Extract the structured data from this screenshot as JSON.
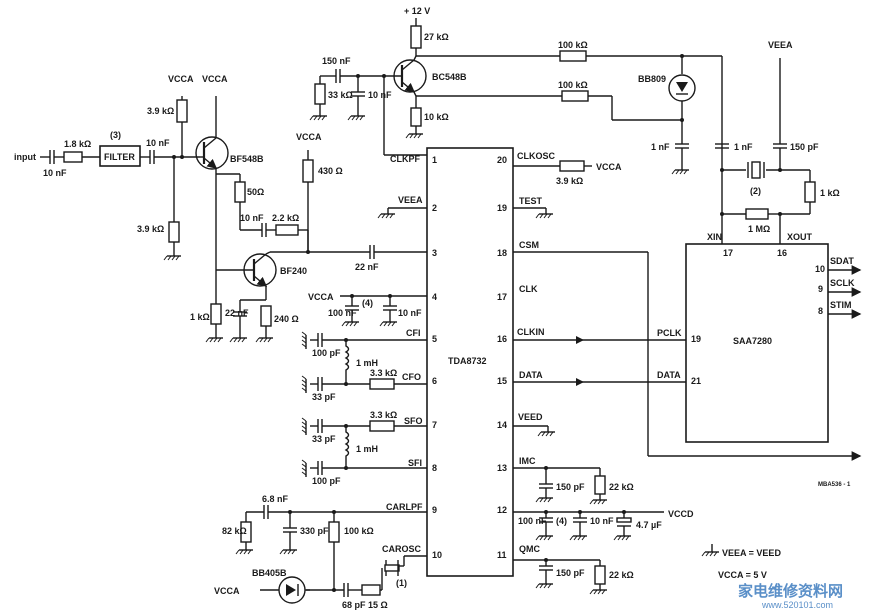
{
  "ics": {
    "u1": "TDA8732",
    "u2": "SAA7280",
    "filter": "FILTER"
  },
  "pins_left": [
    {
      "num": "1",
      "name": "CLKPF"
    },
    {
      "num": "2",
      "name": "VEEA"
    },
    {
      "num": "3",
      "name": ""
    },
    {
      "num": "4",
      "name": "VCCA"
    },
    {
      "num": "5",
      "name": "CFI"
    },
    {
      "num": "6",
      "name": "CFO"
    },
    {
      "num": "7",
      "name": "SFO"
    },
    {
      "num": "8",
      "name": "SFI"
    },
    {
      "num": "9",
      "name": "CARLPF"
    },
    {
      "num": "10",
      "name": "CAROSC"
    }
  ],
  "pins_right": [
    {
      "num": "20",
      "name": "CLKOSC"
    },
    {
      "num": "19",
      "name": "TEST"
    },
    {
      "num": "18",
      "name": "CSM"
    },
    {
      "num": "17",
      "name": "CLK"
    },
    {
      "num": "16",
      "name": "CLKIN"
    },
    {
      "num": "15",
      "name": "DATA"
    },
    {
      "num": "14",
      "name": "VEED"
    },
    {
      "num": "13",
      "name": "IMC"
    },
    {
      "num": "12",
      "name": "VCCD"
    },
    {
      "num": "11",
      "name": "QMC"
    }
  ],
  "saa_pins": {
    "xin": "XIN",
    "xin_num": "17",
    "xout": "XOUT",
    "xout_num": "16",
    "pclk": "PCLK",
    "pclk_num": "19",
    "data": "DATA",
    "data_num": "21",
    "sdat": "SDAT",
    "sdat_num": "10",
    "sclk": "SCLK",
    "sclk_num": "9",
    "stim": "STIM",
    "stim_num": "8"
  },
  "transistors": {
    "q1": "BC548B",
    "q2": "BF548B",
    "q3": "BF240"
  },
  "diodes": {
    "d1": "BB809",
    "d2": "BB405B"
  },
  "supplies": {
    "plus12": "+ 12 V",
    "vcca": "VCCA",
    "veea": "VEEA",
    "veed": "VEED",
    "vccd": "VCCD"
  },
  "components": {
    "r_in": "1.8 kΩ",
    "c_in": "10 nF",
    "filter_note": "(3)",
    "c_filter_out": "10 nF",
    "r_bias_top": "3.9 kΩ",
    "r_bias_bot": "3.9 kΩ",
    "r_50": "50Ω",
    "c_10nf_fb": "10 nF",
    "r_2k2": "2.2 kΩ",
    "r_430": "430 Ω",
    "c_22nf_pin3": "22 nF",
    "r_1k": "1 kΩ",
    "c_22nf_em": "22 nF",
    "r_240": "240 Ω",
    "r_27k": "27 kΩ",
    "c_150nf_top": "150 nF",
    "r_33k": "33 kΩ",
    "c_10nf_top": "10 nF",
    "r_10k": "10 kΩ",
    "r_100k_a": "100 kΩ",
    "r_100k_b": "100 kΩ",
    "c_1nf_a": "1 nF",
    "c_1nf_b": "1 nF",
    "c_150pf": "150 pF",
    "r_1k_x": "1 kΩ",
    "xtal_note": "(2)",
    "r_1m": "1 MΩ",
    "r_3k9_clk": "3.9 kΩ",
    "c_100nf_p4": "100 nF",
    "c_p4_note": "(4)",
    "c_10nf_p4": "10 nF",
    "c_100pf_cfi": "100 pF",
    "l_1mh_a": "1 mH",
    "r_3k3_cfo": "3.3 kΩ",
    "c_33pf_cfo": "33 pF",
    "r_3k3_sfo": "3.3 kΩ",
    "c_33pf_sfo": "33 pF",
    "l_1mh_b": "1 mH",
    "c_100pf_sfi": "100 pF",
    "c_6n8": "6.8 nF",
    "r_82k": "82 kΩ",
    "c_330pf": "330 pF",
    "r_100k_c": "100 kΩ",
    "xtal_osc_note": "(1)",
    "c_68pf": "68 pF",
    "r_15": "15 Ω",
    "c_150pf_imc": "150 pF",
    "r_22k_imc": "22 kΩ",
    "c_100nf_p12": "100 nF",
    "c_p12_note": "(4)",
    "c_10nf_p12": "10 nF",
    "c_4u7": "4.7 µF",
    "c_150pf_qmc": "150 pF",
    "r_22k_qmc": "22 kΩ"
  },
  "labels": {
    "input": "input",
    "ground_note": "VEEA = VEED",
    "vcca_note": "VCCA = 5 V",
    "figure_id": "MBA536 - 1"
  },
  "watermark": {
    "name": "家电维修资料网",
    "url": "www.520101.com"
  }
}
